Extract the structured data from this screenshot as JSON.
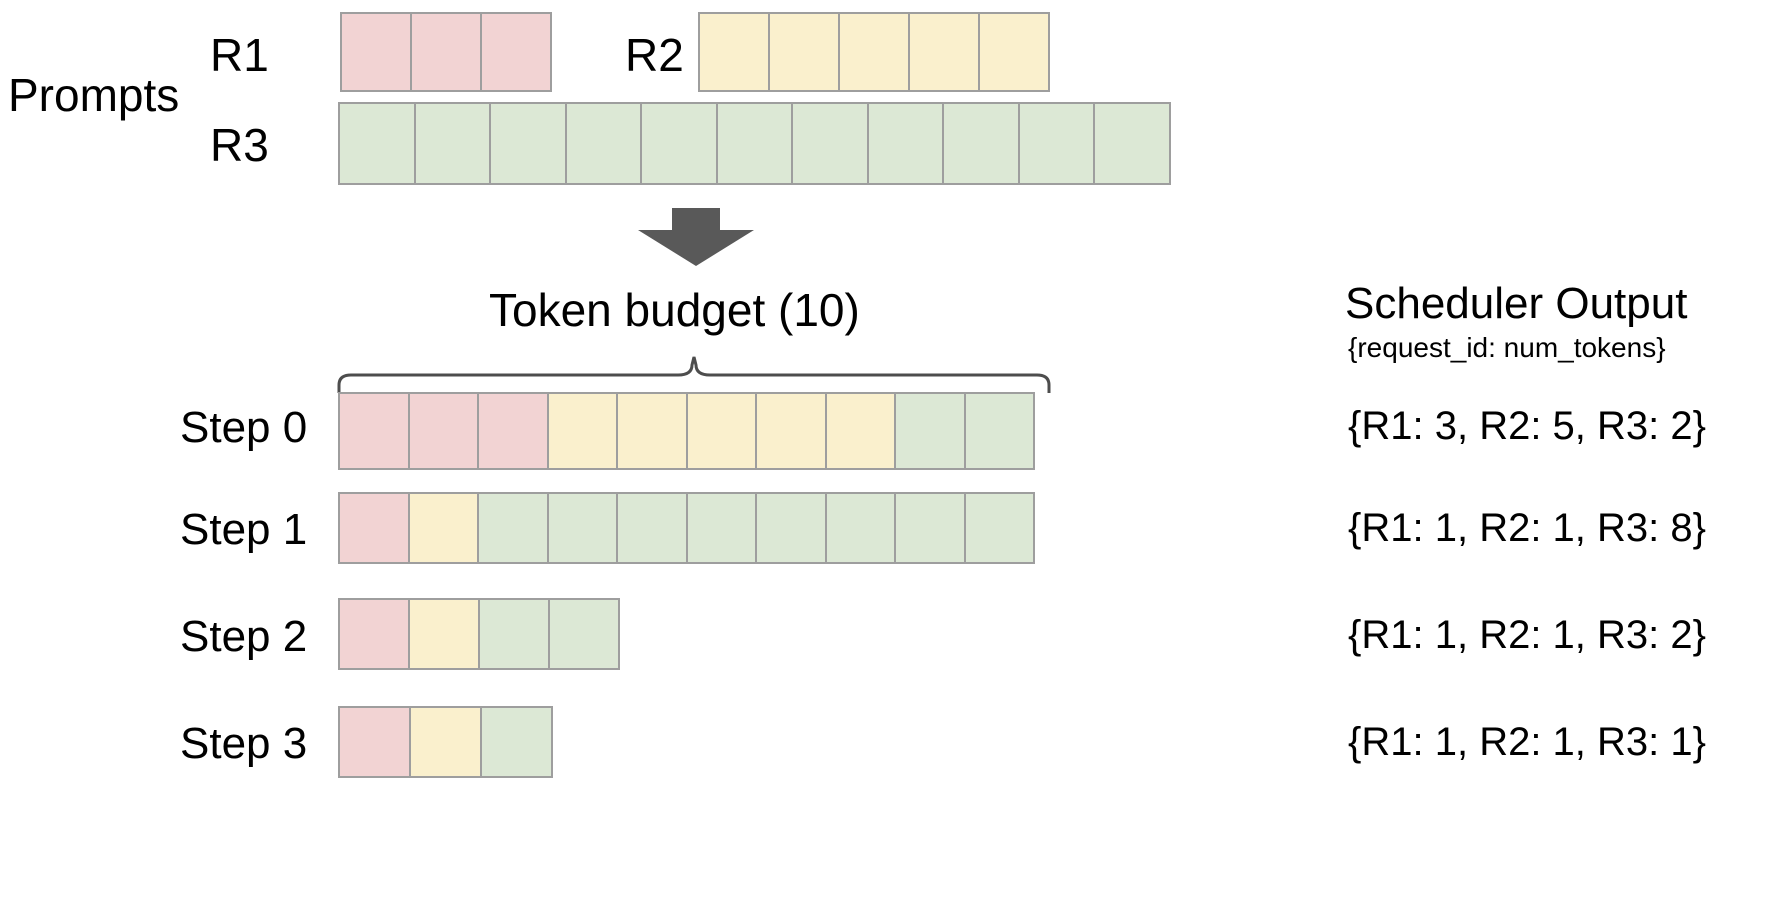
{
  "diagram": {
    "title_prompts": "Prompts",
    "token_budget_label": "Token  budget (10)",
    "token_budget_value": 10,
    "arrow_icon": "down-arrow-icon",
    "brace_icon": "curly-brace-icon"
  },
  "colors": {
    "r1": "#f2d3d3",
    "r2": "#faf0cd",
    "r3": "#dce8d5",
    "cell_border": "#9e9e9e",
    "arrow": "#595959",
    "brace": "#4d4d4d",
    "background": "#ffffff",
    "text": "#000000"
  },
  "prompts": [
    {
      "id": "R1",
      "label": "R1",
      "tokens": 3,
      "color_key": "r1"
    },
    {
      "id": "R2",
      "label": "R2",
      "tokens": 5,
      "color_key": "r2"
    },
    {
      "id": "R3",
      "label": "R3",
      "tokens": 11,
      "color_key": "r3"
    }
  ],
  "steps": [
    {
      "label": "Step 0",
      "segments": [
        {
          "request": "R1",
          "count": 3,
          "color_key": "r1"
        },
        {
          "request": "R2",
          "count": 5,
          "color_key": "r2"
        },
        {
          "request": "R3",
          "count": 2,
          "color_key": "r3"
        }
      ],
      "output": "{R1: 3, R2: 5, R3: 2}"
    },
    {
      "label": "Step 1",
      "segments": [
        {
          "request": "R1",
          "count": 1,
          "color_key": "r1"
        },
        {
          "request": "R2",
          "count": 1,
          "color_key": "r2"
        },
        {
          "request": "R3",
          "count": 8,
          "color_key": "r3"
        }
      ],
      "output": "{R1: 1, R2: 1, R3: 8}"
    },
    {
      "label": "Step 2",
      "segments": [
        {
          "request": "R1",
          "count": 1,
          "color_key": "r1"
        },
        {
          "request": "R2",
          "count": 1,
          "color_key": "r2"
        },
        {
          "request": "R3",
          "count": 2,
          "color_key": "r3"
        }
      ],
      "output": "{R1: 1, R2: 1, R3: 2}"
    },
    {
      "label": "Step 3",
      "segments": [
        {
          "request": "R1",
          "count": 1,
          "color_key": "r1"
        },
        {
          "request": "R2",
          "count": 1,
          "color_key": "r2"
        },
        {
          "request": "R3",
          "count": 1,
          "color_key": "r3"
        }
      ],
      "output": "{R1: 1, R2: 1, R3: 1}"
    }
  ],
  "scheduler_output": {
    "title": "Scheduler Output",
    "subtitle": "{request_id: num_tokens}"
  }
}
